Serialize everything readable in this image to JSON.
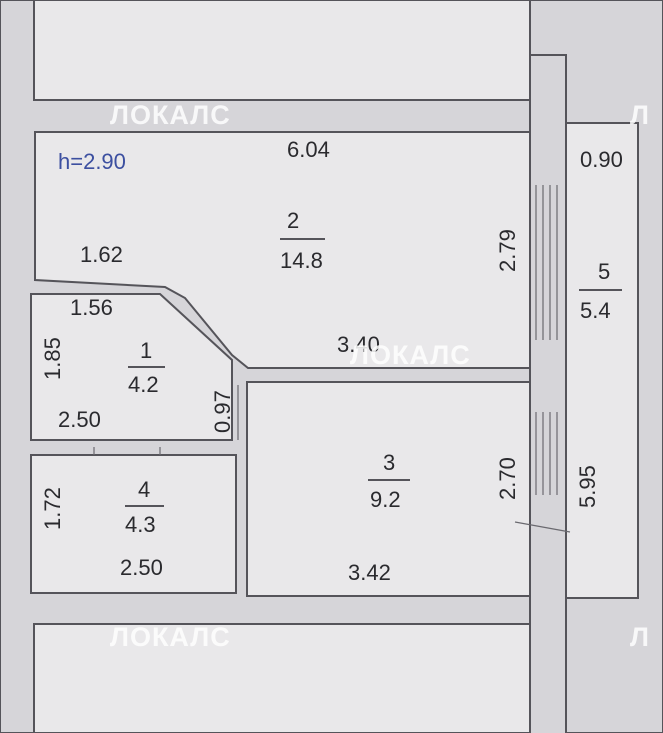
{
  "ceiling_height": "h=2.90",
  "watermark": "ЛОКАЛС",
  "watermark_partial": "Л",
  "rooms": [
    {
      "id": "1",
      "area": "4.2"
    },
    {
      "id": "2",
      "area": "14.8"
    },
    {
      "id": "3",
      "area": "9.2"
    },
    {
      "id": "4",
      "area": "4.3"
    },
    {
      "id": "5",
      "area": "5.4"
    }
  ],
  "dimensions": {
    "room2_top": "6.04",
    "room2_left": "1.62",
    "room2_right": "2.79",
    "room2_bottom": "3.40",
    "room1_top": "1.56",
    "room1_left": "1.85",
    "room1_diag": "0.97",
    "room1_bottom": "2.50",
    "room4_left": "1.72",
    "room4_bottom": "2.50",
    "room3_right": "2.70",
    "room3_bottom": "3.42",
    "balcony_width": "0.90",
    "balcony_length": "5.95"
  }
}
